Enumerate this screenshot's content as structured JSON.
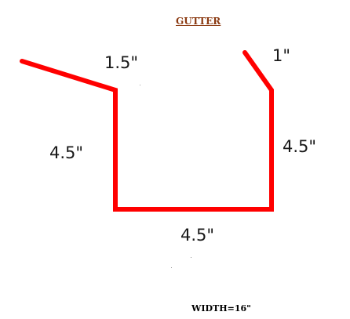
{
  "title": "GUTTER",
  "colors": {
    "profile_line": "#ff0000",
    "title_text": "#8b3a12",
    "dimension_text": "#1a1a1a"
  },
  "dimensions": {
    "top_left_lip": "1.5\"",
    "top_right_lip": "1\"",
    "left_side": "4.5\"",
    "right_side": "4.5\"",
    "bottom": "4.5\""
  },
  "footer": "WIDTH=16\""
}
